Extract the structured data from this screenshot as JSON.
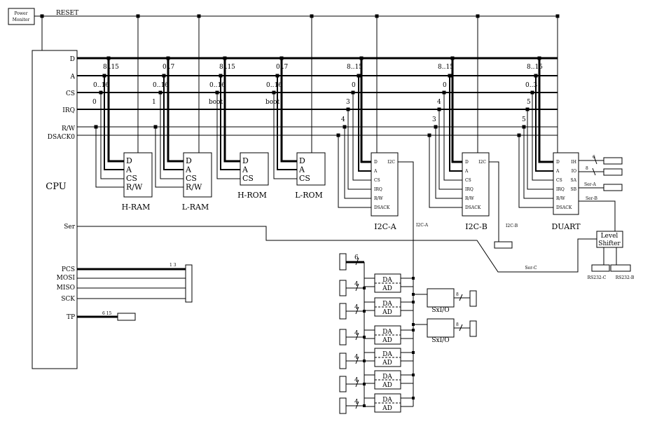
{
  "power_monitor": [
    "Power",
    "Monitor"
  ],
  "reset": "RESET",
  "cpu": {
    "label": "CPU",
    "pins": [
      "D",
      "A",
      "CS",
      "IRQ",
      "R/W",
      "DSACK0",
      "Ser",
      "PCS",
      "MOSI",
      "MISO",
      "SCK",
      "TP"
    ]
  },
  "pcs_width": "1 3",
  "tp_width": "6  15",
  "memory": [
    {
      "name": "H-RAM",
      "pins": [
        "D",
        "A",
        "CS",
        "R/W"
      ],
      "data_range": "8..15",
      "addr_range": "0..16",
      "cs_sel": "0"
    },
    {
      "name": "L-RAM",
      "pins": [
        "D",
        "A",
        "CS",
        "R/W"
      ],
      "data_range": "0..7",
      "addr_range": "0..16",
      "cs_sel": "1"
    },
    {
      "name": "H-ROM",
      "pins": [
        "D",
        "A",
        "CS"
      ],
      "data_range": "8..15",
      "addr_range": "0..16",
      "cs_sel": "boot"
    },
    {
      "name": "L-ROM",
      "pins": [
        "D",
        "A",
        "CS"
      ],
      "data_range": "0..7",
      "addr_range": "0..16",
      "cs_sel": "boot"
    }
  ],
  "i2c": [
    {
      "name": "I2C-A",
      "pins": [
        "D",
        "A",
        "CS",
        "IRQ",
        "R/W",
        "DSACK"
      ],
      "io": "I2C",
      "data_range": "8..15",
      "addr_range": "0",
      "cs_sel": "3",
      "irq_sel": "4",
      "bus_label": "I2C-A"
    },
    {
      "name": "I2C-B",
      "pins": [
        "D",
        "A",
        "CS",
        "IRQ",
        "R/W",
        "DSACK"
      ],
      "io": "I2C",
      "data_range": "8..15",
      "addr_range": "0",
      "cs_sel": "4",
      "irq_sel": "3",
      "bus_label": "I2C-B"
    }
  ],
  "duart": {
    "name": "DUART",
    "pins": [
      "D",
      "A",
      "CS",
      "IRQ",
      "R/W",
      "DSACK"
    ],
    "io": [
      "IH",
      "IO",
      "SA",
      "SB"
    ],
    "data_range": "8..15",
    "addr_range": "0..3",
    "cs_sel": "5",
    "irq_sel": "5",
    "width_a": "6",
    "width_b": "8",
    "ser_a": "Ser-A",
    "ser_b": "Ser-B",
    "ser_c": "Ser-C"
  },
  "level_shifter": [
    "Level",
    "Shifter"
  ],
  "rs232": [
    "RS232-C",
    "RS232-B"
  ],
  "converter": {
    "top": "DA",
    "bottom": "AD",
    "width": "4",
    "first_width": "6"
  },
  "sxio": {
    "label": "SxI/O",
    "width": "8"
  }
}
